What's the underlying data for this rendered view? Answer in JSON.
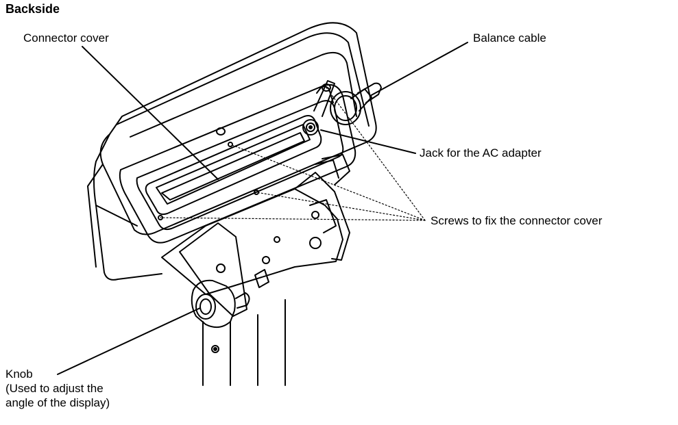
{
  "title": "Backside",
  "labels": {
    "connector_cover": "Connector cover",
    "balance_cable": "Balance cable",
    "jack": "Jack for the AC adapter",
    "screws": "Screws to fix the connector cover",
    "knob_line1": "Knob",
    "knob_line2": "(Used to adjust the",
    "knob_line3": "angle of the display)"
  }
}
